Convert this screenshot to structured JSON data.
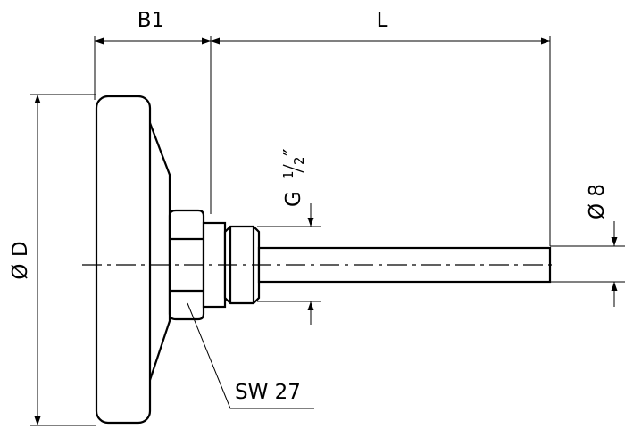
{
  "labels": {
    "b1": "B1",
    "l": "L",
    "diameter_d": "Ø D",
    "thread_prefix": "G",
    "thread_num": "1",
    "thread_den": "2",
    "thread_inch": "″",
    "stem_diameter": "Ø 8",
    "wrench_size": "SW 27"
  },
  "colors": {
    "line": "#000000",
    "background": "#ffffff"
  }
}
